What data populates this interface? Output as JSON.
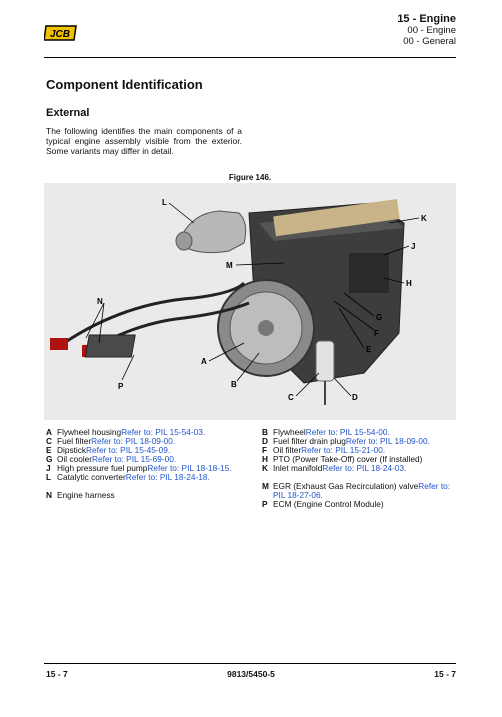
{
  "header": {
    "brand": "JCB",
    "section": "15 - Engine",
    "sub1": "00 - Engine",
    "sub2": "00 - General"
  },
  "title": "Component Identification",
  "subtitle": "External",
  "intro": "The following identifies the main components of a typical engine assembly visible from the exterior. Some variants may differ in detail.",
  "figure": {
    "caption": "Figure 146.",
    "callouts": [
      "L",
      "K",
      "J",
      "H",
      "M",
      "N",
      "G",
      "F",
      "E",
      "A",
      "B",
      "C",
      "D",
      "P"
    ]
  },
  "legend_left": [
    {
      "key": "A",
      "text": "Flywheel housing",
      "link": "Refer to: PIL 15-54-03."
    },
    {
      "key": "C",
      "text": "Fuel filter",
      "link": "Refer to: PIL 18-09-00."
    },
    {
      "key": "E",
      "text": "Dipstick",
      "link": "Refer to: PIL 15-45-09."
    },
    {
      "key": "G",
      "text": "Oil cooler",
      "link": "Refer to: PIL 15-69-00."
    },
    {
      "key": "J",
      "text": "High pressure fuel pump",
      "link": "Refer to: PIL 18-18-15."
    },
    {
      "key": "L",
      "text": "Catalytic converter",
      "link": "Refer to: PIL 18-24-18."
    },
    {
      "key": "N",
      "text": "Engine harness",
      "link": ""
    }
  ],
  "legend_right": [
    {
      "key": "B",
      "text": "Flywheel",
      "link": "Refer to: PIL 15-54-00."
    },
    {
      "key": "D",
      "text": "Fuel filter drain plug",
      "link": "Refer to: PIL 18-09-00."
    },
    {
      "key": "F",
      "text": "Oil filter",
      "link": "Refer to: PIL 15-21-00."
    },
    {
      "key": "H",
      "text": "PTO (Power Take-Off) cover (If installed)",
      "link": ""
    },
    {
      "key": "K",
      "text": "Inlet manifold",
      "link": "Refer to: PIL 18-24-03."
    },
    {
      "key": "M",
      "text": "EGR (Exhaust Gas Recirculation) valve",
      "link": "Refer to: PIL 18-27-06."
    },
    {
      "key": "P",
      "text": "ECM (Engine Control Module)",
      "link": ""
    }
  ],
  "footer": {
    "left": "15 - 7",
    "center": "9813/5450-5",
    "right": "15 - 7"
  }
}
